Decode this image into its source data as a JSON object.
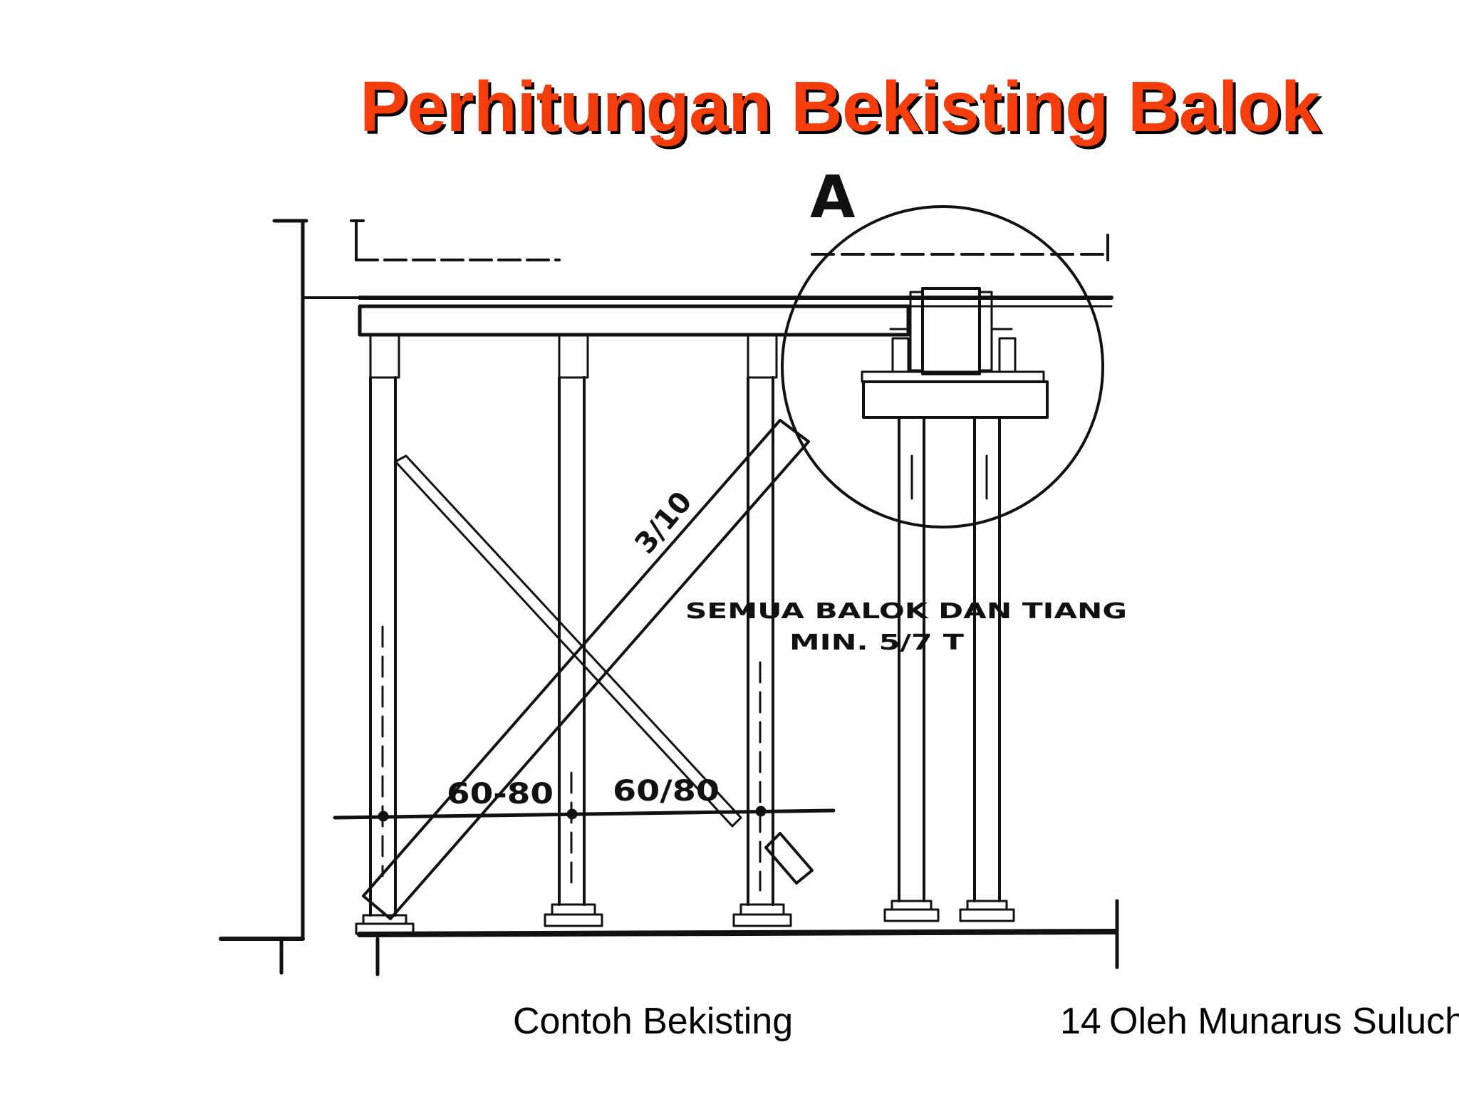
{
  "slide": {
    "title": "Perhitungan Bekisting Balok",
    "title_color": "#f53d0b",
    "caption": "Contoh Bekisting",
    "page_number": "14",
    "author": "Oleh Munarus Suluch"
  },
  "drawing": {
    "detail_marker": "A",
    "brace_label": "3/10",
    "note_line1": "SEMUA BALOK DAN TIANG",
    "note_line2": "MIN. 5/7 T",
    "spacing_label_1": "60-80",
    "spacing_label_2": "60/80",
    "line_color": "#111111"
  }
}
